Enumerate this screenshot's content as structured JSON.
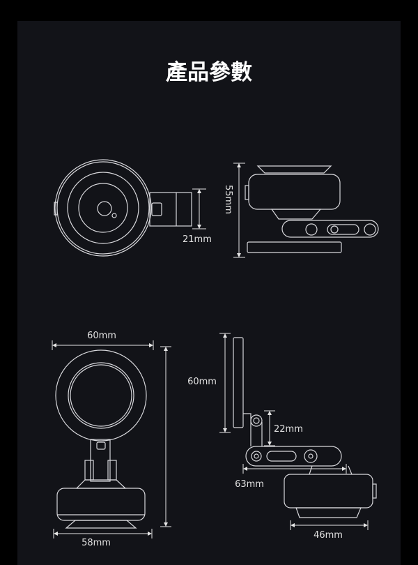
{
  "title": "產品參數",
  "dimensions": {
    "top_view_bracket_width": "21mm",
    "side_view_height": "55mm",
    "front_view_width": "60mm",
    "front_view_base_width": "58mm",
    "side_plate_height": "60mm",
    "arm_offset": "22mm",
    "arm_length": "63mm",
    "base_width": "46mm"
  },
  "colors": {
    "background": "#000000",
    "panel": "#121318",
    "line": "#d8d8dc",
    "text": "#ffffff"
  }
}
